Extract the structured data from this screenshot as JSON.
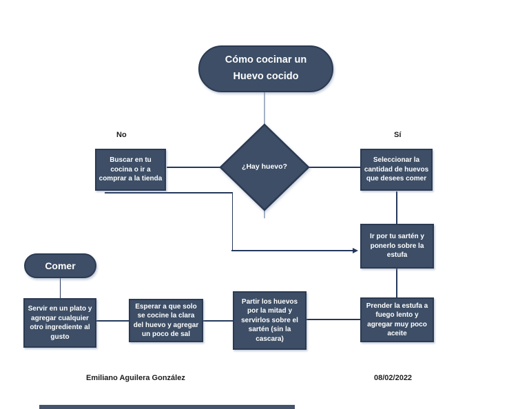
{
  "colors": {
    "shape_fill": "#3d4e66",
    "shape_border": "#2b3a52",
    "connector": "#24375a",
    "connector_light": "#a3b1c6",
    "label_color": "#1a1a1a",
    "bar_color": "#44546a"
  },
  "flowchart": {
    "start": {
      "label": "Cómo cocinar un Huevo cocido"
    },
    "decision": {
      "label": "¿Hay huevo?",
      "no_label": "No",
      "yes_label": "Sí"
    },
    "steps": {
      "buscar": "Buscar en tu cocina o ir a comprar a la tienda",
      "seleccionar": "Seleccionar la cantidad de huevos que desees comer",
      "sarten": "Ir por tu sartén y ponerlo sobre la estufa",
      "prender": "Prender la estufa a fuego lento y agregar muy poco aceite",
      "partir": "Partir los huevos por la mitad y servirlos sobre el sartén (sin la cascara)",
      "esperar": "Esperar a que solo se cocine la clara del huevo y agregar un poco de sal",
      "servir": "Servir en un plato y agregar cualquier otro ingrediente al gusto"
    },
    "end": {
      "label": "Comer"
    }
  },
  "footer": {
    "author": "Emiliano Aguilera González",
    "date": "08/02/2022"
  }
}
